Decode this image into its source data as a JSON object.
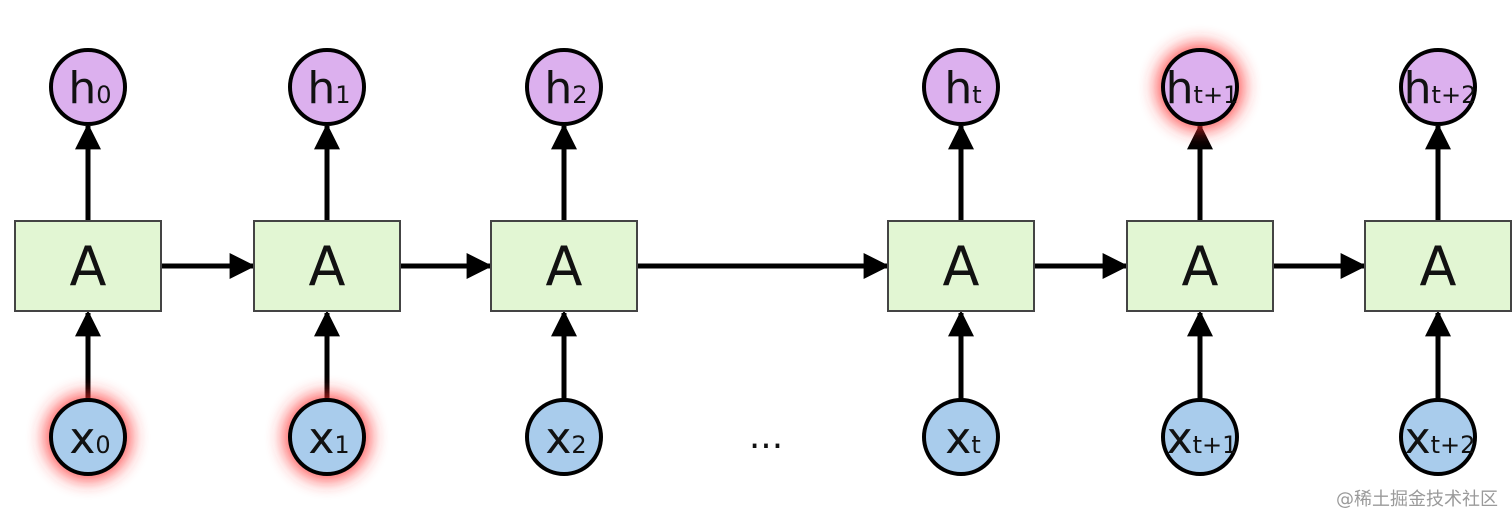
{
  "diagram": {
    "cell_label": "A",
    "ellipsis": "...",
    "highlight_color": "#ff2a2a",
    "colors": {
      "cell_fill": "#e2f6d3",
      "output_fill": "#dcb0ee",
      "input_fill": "#a9ccec"
    },
    "steps": [
      {
        "output_main": "h",
        "output_sub": "0",
        "input_main": "x",
        "input_sub": "0",
        "output_highlight": false,
        "input_highlight": true
      },
      {
        "output_main": "h",
        "output_sub": "1",
        "input_main": "x",
        "input_sub": "1",
        "output_highlight": false,
        "input_highlight": true
      },
      {
        "output_main": "h",
        "output_sub": "2",
        "input_main": "x",
        "input_sub": "2",
        "output_highlight": false,
        "input_highlight": false
      },
      {
        "output_main": "h",
        "output_sub": "t",
        "input_main": "x",
        "input_sub": "t",
        "output_highlight": false,
        "input_highlight": false
      },
      {
        "output_main": "h",
        "output_sub": "t+1",
        "input_main": "x",
        "input_sub": "t+1",
        "output_highlight": true,
        "input_highlight": false
      },
      {
        "output_main": "h",
        "output_sub": "t+2",
        "input_main": "x",
        "input_sub": "t+2",
        "output_highlight": false,
        "input_highlight": false
      }
    ]
  },
  "watermark": "@稀土掘金技术社区"
}
